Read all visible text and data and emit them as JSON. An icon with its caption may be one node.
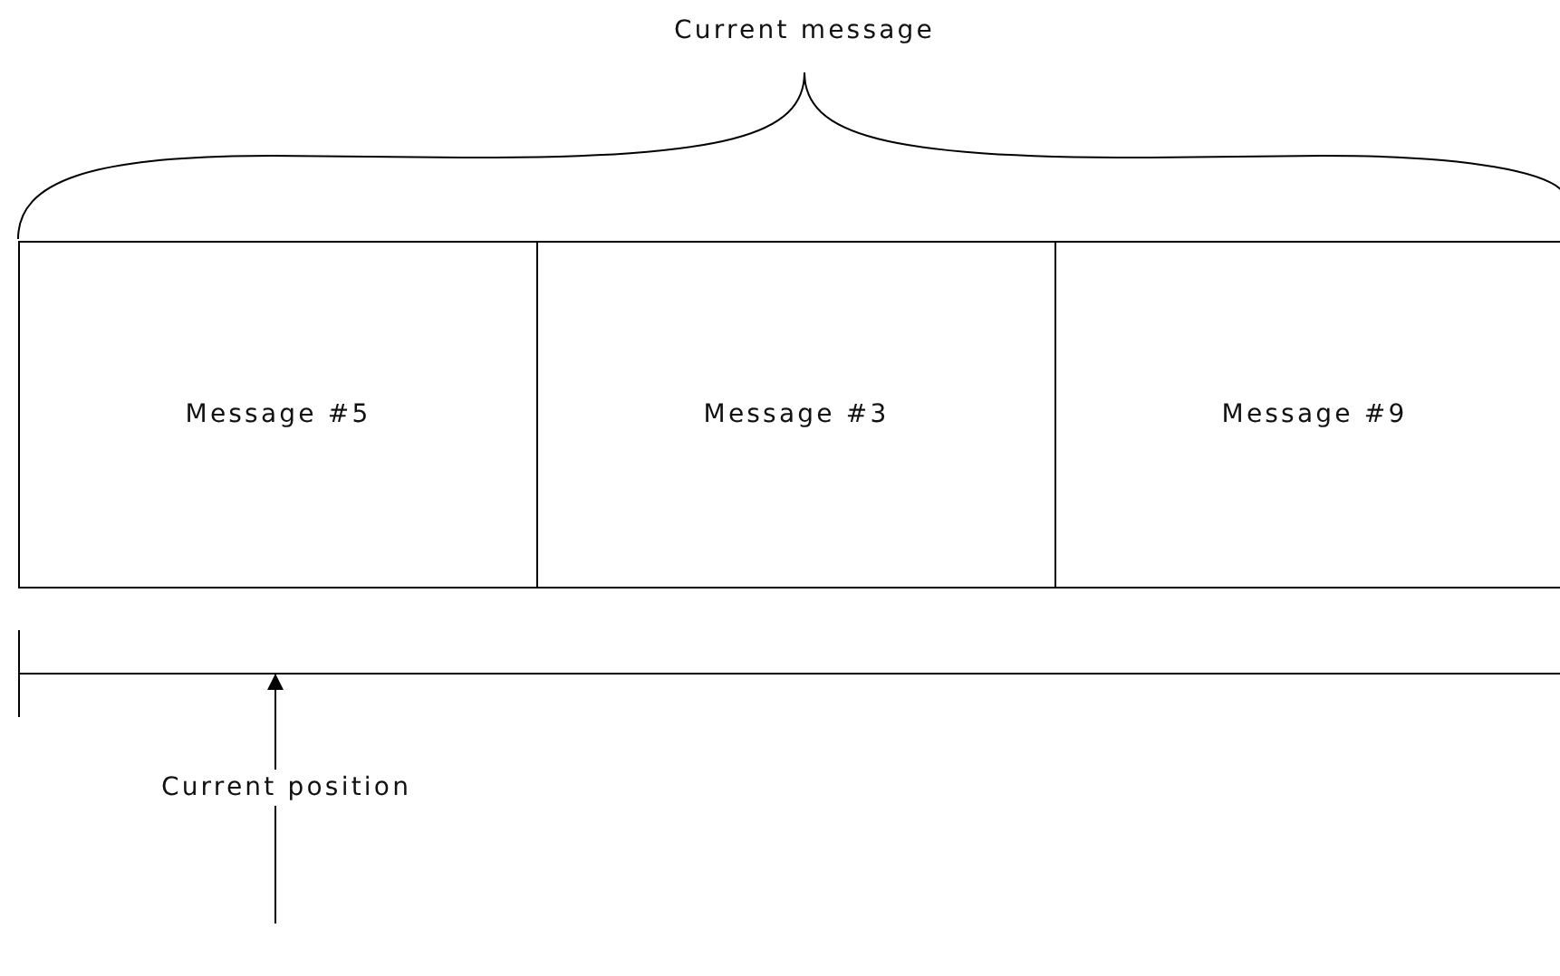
{
  "diagram": {
    "nodes": [
      {
        "text": [
          "Message #5"
        ]
      },
      {
        "text": [
          "Message #3"
        ]
      },
      {
        "text": [
          "Message #9"
        ]
      },
      {
        "text": [],
        "shape": "bar"
      }
    ],
    "edges": [
      {
        "from": null,
        "to": 3,
        "arrow": "to",
        "label": "Current position"
      }
    ],
    "labels": [
      "Current message"
    ]
  }
}
